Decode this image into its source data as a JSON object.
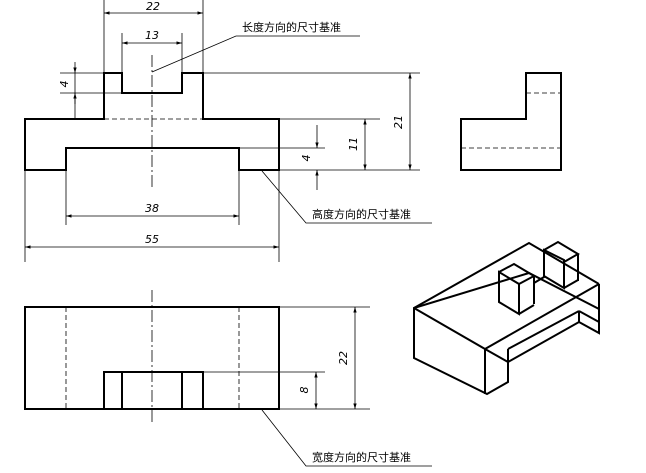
{
  "front_view": {
    "dim_top_slot_outer": "22",
    "dim_top_slot_inner": "13",
    "dim_boss_height": "4",
    "dim_total_height": "21",
    "dim_base_height": "11",
    "dim_groove_depth": "4",
    "dim_groove_width": "38",
    "dim_total_length": "55"
  },
  "top_view": {
    "dim_depth": "22",
    "dim_slot_depth": "8"
  },
  "notes": {
    "length_datum": "长度方向的尺寸基准",
    "height_datum": "高度方向的尺寸基准",
    "width_datum": "宽度方向的尺寸基准"
  }
}
